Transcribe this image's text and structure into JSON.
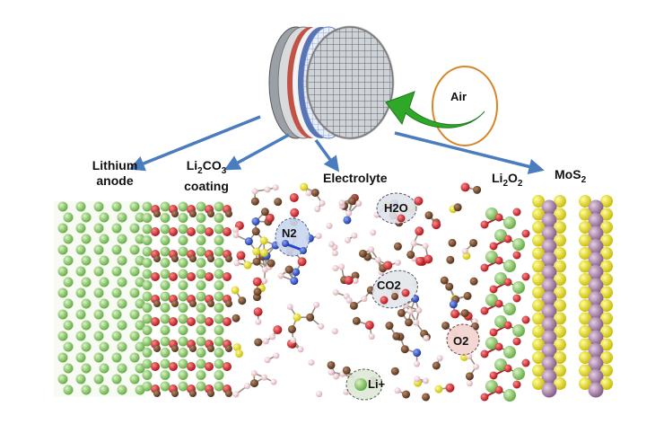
{
  "labels": {
    "air": "Air",
    "lithium_line1": "Lithium",
    "lithium_line2": "anode",
    "li2co3_formula": "Li2CO3",
    "li2co3_line2": "coating",
    "electrolyte": "Electrolyte",
    "li2o2_formula": "Li2O2",
    "mos2_formula": "MoS2"
  },
  "molecules": {
    "n2": "N2",
    "h2o": "H2O",
    "co2": "CO2",
    "o2": "O2",
    "li_ion": "Li+"
  },
  "colors": {
    "lithium": "#8ccf6a",
    "carbon": "#7a4a2e",
    "oxygen": "#d0202a",
    "hydrogen": "#f3c9cf",
    "nitrogen": "#2448c8",
    "sulfur": "#e8e020",
    "molybdenum": "#a77ea8",
    "arrow_blue": "#4a7cc0",
    "arrow_green": "#2fa82a",
    "air_circle": "#d8852a"
  }
}
